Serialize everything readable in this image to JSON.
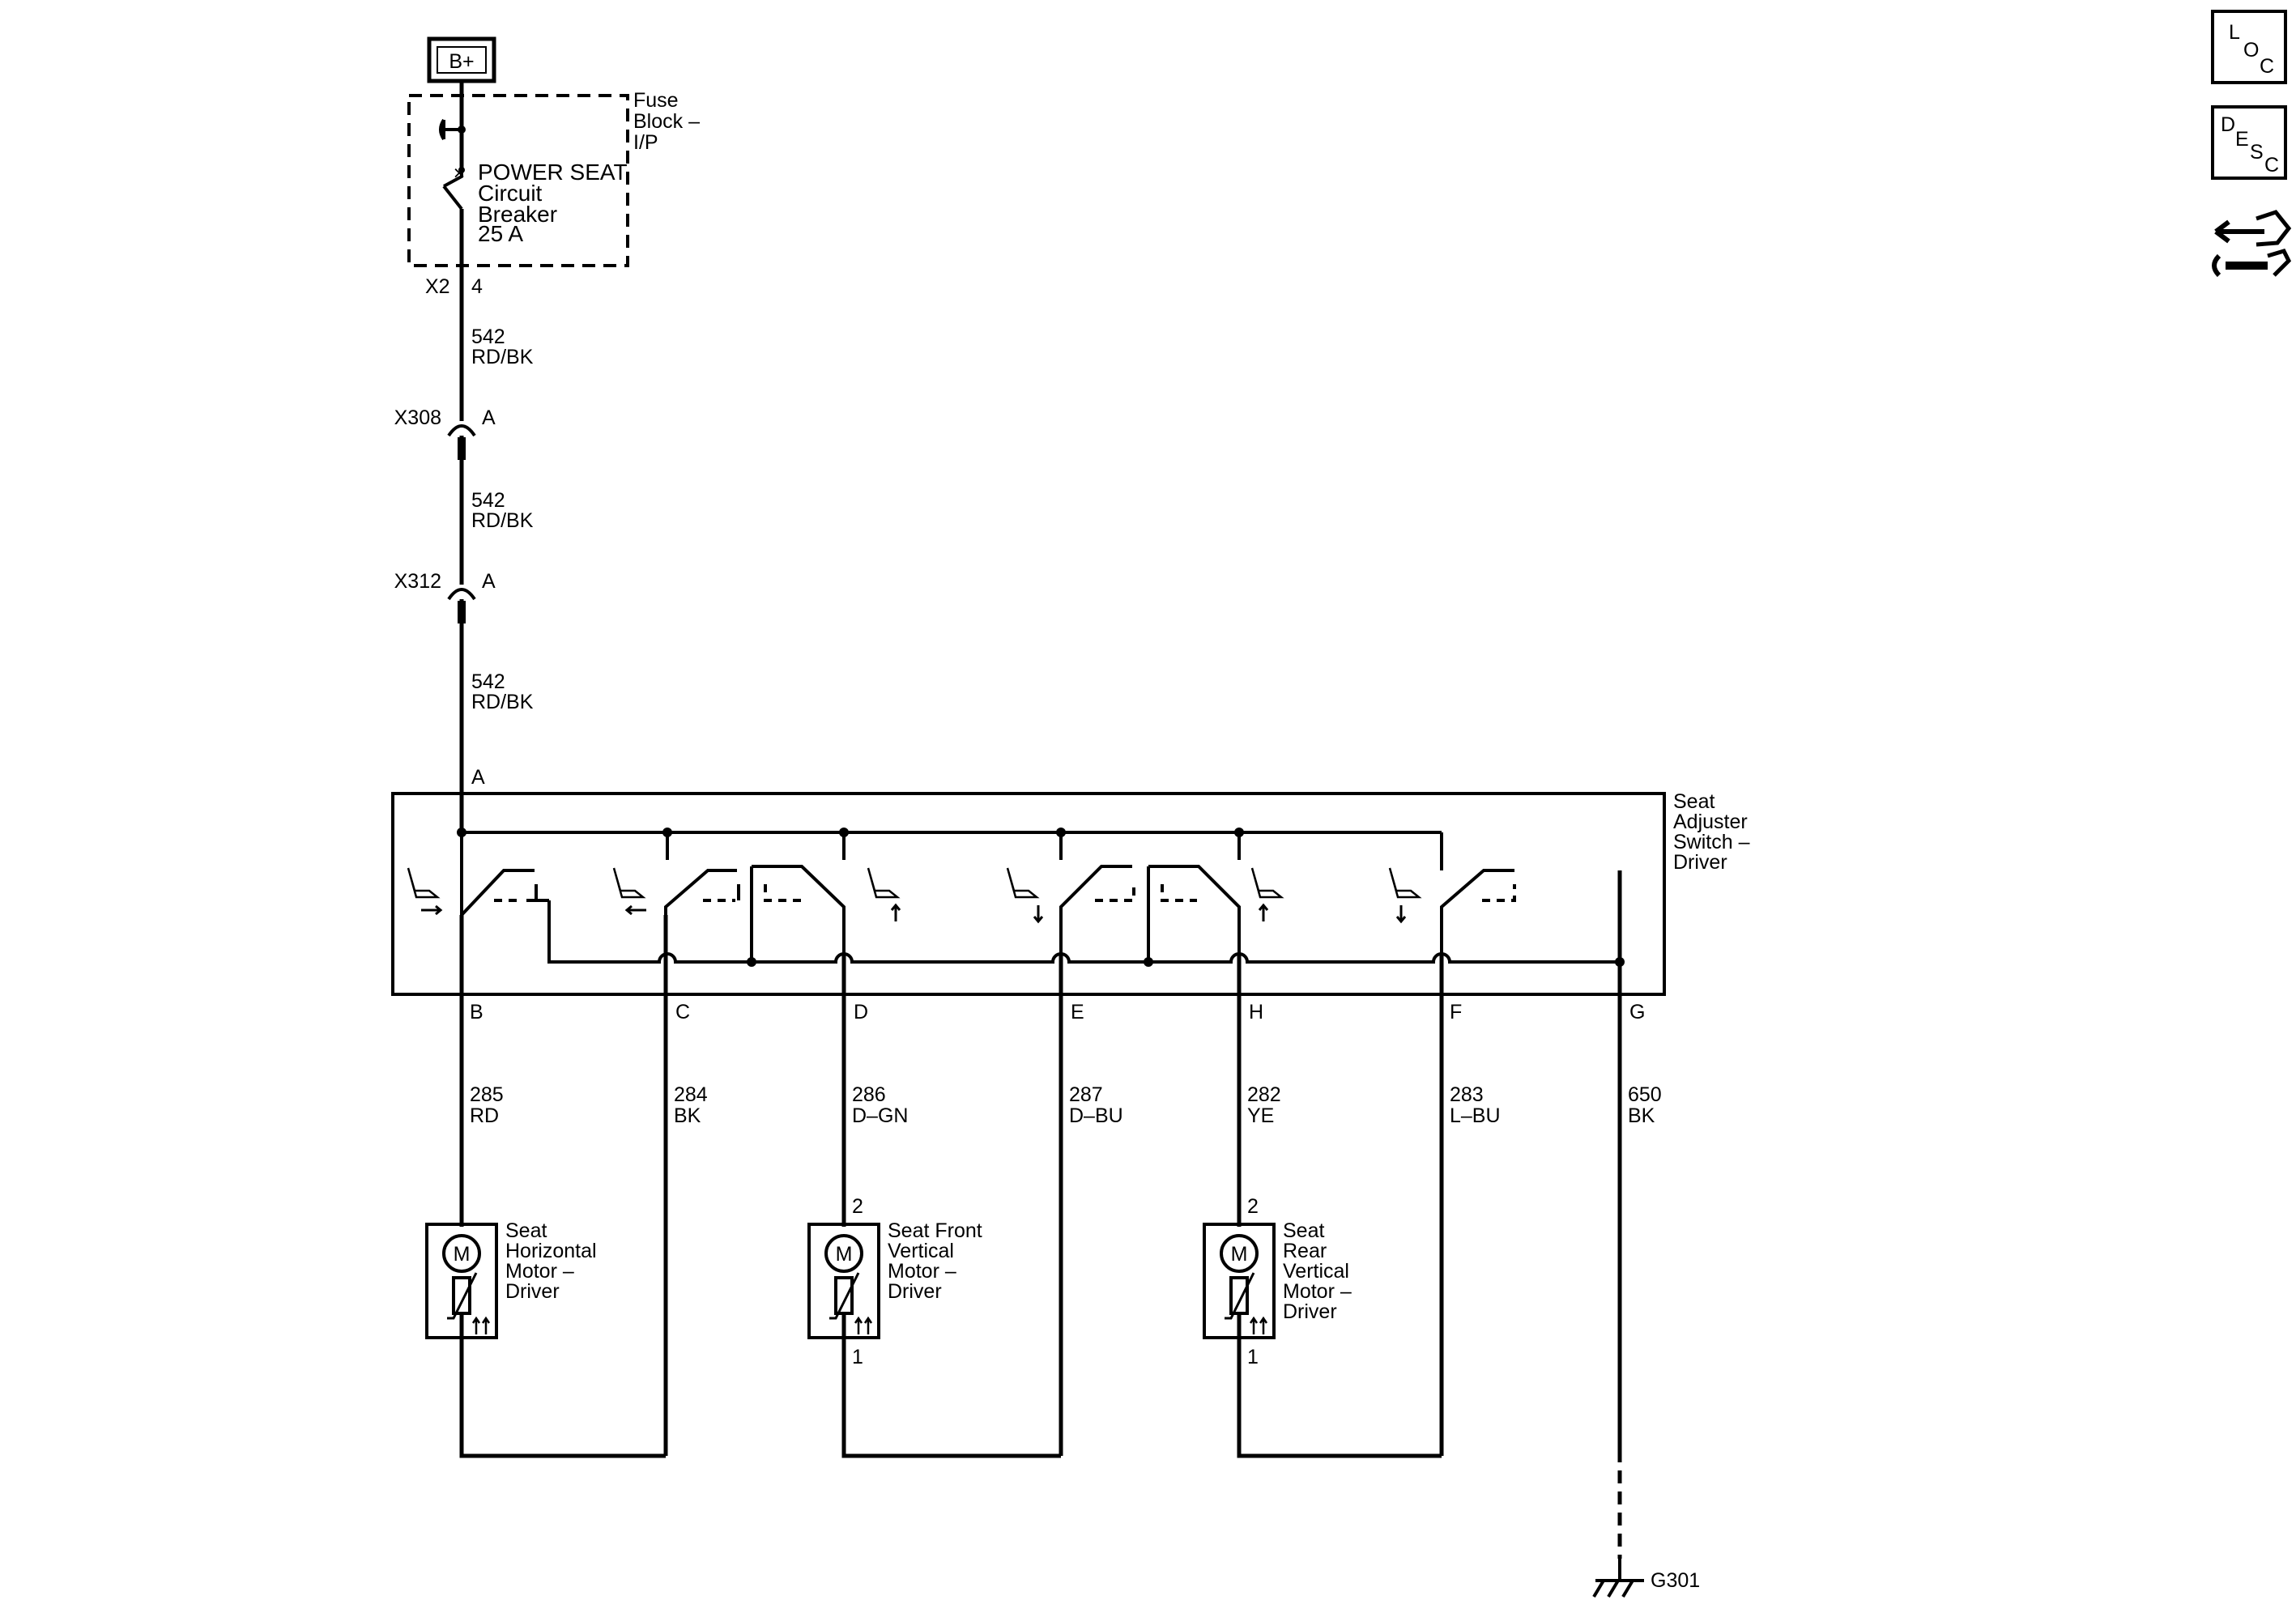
{
  "power": {
    "source": "B+"
  },
  "fuse_block": {
    "name": [
      "Fuse",
      "Block –",
      "I/P"
    ],
    "breaker": [
      "POWER SEAT",
      "Circuit",
      "Breaker",
      "25 A"
    ],
    "connector": "X2",
    "pin": "4"
  },
  "inline_connectors": [
    {
      "id": "X308",
      "pin": "A"
    },
    {
      "id": "X312",
      "pin": "A"
    }
  ],
  "feed_wire_segments": [
    {
      "circuit": "542",
      "color": "RD/BK"
    },
    {
      "circuit": "542",
      "color": "RD/BK"
    },
    {
      "circuit": "542",
      "color": "RD/BK"
    }
  ],
  "switch": {
    "name": [
      "Seat",
      "Adjuster",
      "Switch –",
      "Driver"
    ],
    "input_pin": "A",
    "output_pins": [
      "B",
      "C",
      "D",
      "E",
      "H",
      "F",
      "G"
    ]
  },
  "output_wires": [
    {
      "pin": "B",
      "circuit": "285",
      "color": "RD"
    },
    {
      "pin": "C",
      "circuit": "284",
      "color": "BK"
    },
    {
      "pin": "D",
      "circuit": "286",
      "color": "D–GN"
    },
    {
      "pin": "E",
      "circuit": "287",
      "color": "D–BU"
    },
    {
      "pin": "H",
      "circuit": "282",
      "color": "YE"
    },
    {
      "pin": "F",
      "circuit": "283",
      "color": "L–BU"
    },
    {
      "pin": "G",
      "circuit": "650",
      "color": "BK"
    }
  ],
  "motors": [
    {
      "symbol": "M",
      "name": [
        "Seat",
        "Horizontal",
        "Motor –",
        "Driver"
      ],
      "pin_top": "",
      "pin_bottom": ""
    },
    {
      "symbol": "M",
      "name": [
        "Seat Front",
        "Vertical",
        "Motor –",
        "Driver"
      ],
      "pin_top": "2",
      "pin_bottom": "1"
    },
    {
      "symbol": "M",
      "name": [
        "Seat",
        "Rear",
        "Vertical",
        "Motor –",
        "Driver"
      ],
      "pin_top": "2",
      "pin_bottom": "1"
    }
  ],
  "ground": {
    "id": "G301"
  },
  "side_icons": [
    {
      "icon": "loc-icon",
      "letters": [
        "L",
        "O",
        "C"
      ]
    },
    {
      "icon": "desc-icon",
      "letters": [
        "D",
        "E",
        "S",
        "C"
      ]
    },
    {
      "icon": "connector-repair-icon"
    }
  ]
}
